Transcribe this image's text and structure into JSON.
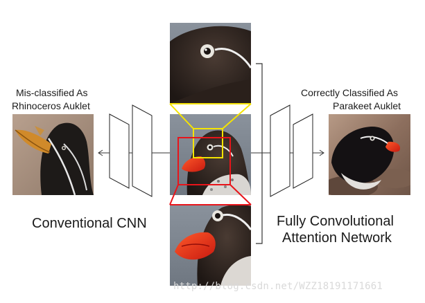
{
  "labels": {
    "left_caption_line1": "Mis-classified As",
    "left_caption_line2": "Rhinoceros Auklet",
    "right_caption_line1": "Correctly Classified As",
    "right_caption_line2": "Parakeet Auklet",
    "left_network": "Conventional CNN",
    "right_network_line1": "Fully Convolutional",
    "right_network_line2": "Attention Network"
  },
  "watermark": "http://blog.csdn.net/WZZ18191171661",
  "colors": {
    "zoom_top_box": "#f5e400",
    "zoom_bottom_box": "#e8141a",
    "arrow": "#333333",
    "layer_stroke": "#222222"
  }
}
